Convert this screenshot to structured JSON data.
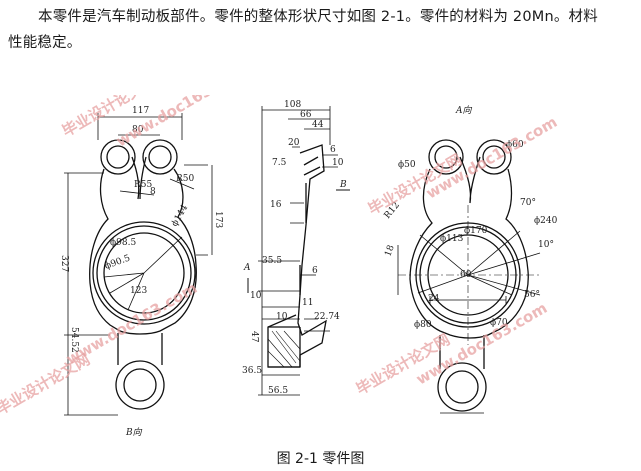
{
  "paragraph": {
    "line1": "本零件是汽车制动板部件。零件的整体形状尺寸如图 2-1。零件的材料为 20Mn。材料",
    "line2": "性能稳定。"
  },
  "caption": "图 2-1 零件图",
  "view_labels": {
    "a_view": "A向",
    "b_arrow": "B",
    "a_arrow": "A",
    "b_view": "B向"
  },
  "dims_left": {
    "d117": "117",
    "d80": "80",
    "r55": "R55",
    "r50": "R50",
    "phi144": "ϕ144",
    "d173": "173",
    "d327": "327",
    "phi98": "ϕ98.5",
    "phi90": "ϕ90.5",
    "d123": "123",
    "d5452": "54.52",
    "d8": "8"
  },
  "dims_mid": {
    "d108": "108",
    "d66": "66",
    "d44": "44",
    "d20": "20",
    "d6a": "6",
    "d10a": "10",
    "d75": "7.5",
    "d16": "16",
    "d355": "35.5",
    "d6b": "6",
    "d10b": "10",
    "d11": "11",
    "d10c": "10",
    "d2274": "22.74",
    "d47": "47",
    "d365": "36.5",
    "d565": "56.5"
  },
  "dims_right": {
    "phi50": "ϕ50",
    "phi60": "ϕ60",
    "d70deg": "70°",
    "phi240": "ϕ240",
    "r12": "R12",
    "phi113": "ϕ113",
    "phi170": "ϕ170",
    "d10deg": "10°",
    "d18": "18",
    "d60": "60",
    "d24": "24",
    "d56deg": "56°",
    "phi80": "ϕ80",
    "phi70": "ϕ70"
  },
  "watermark": {
    "brand": "毕业设计论文网",
    "url": "www.doc163.com"
  }
}
